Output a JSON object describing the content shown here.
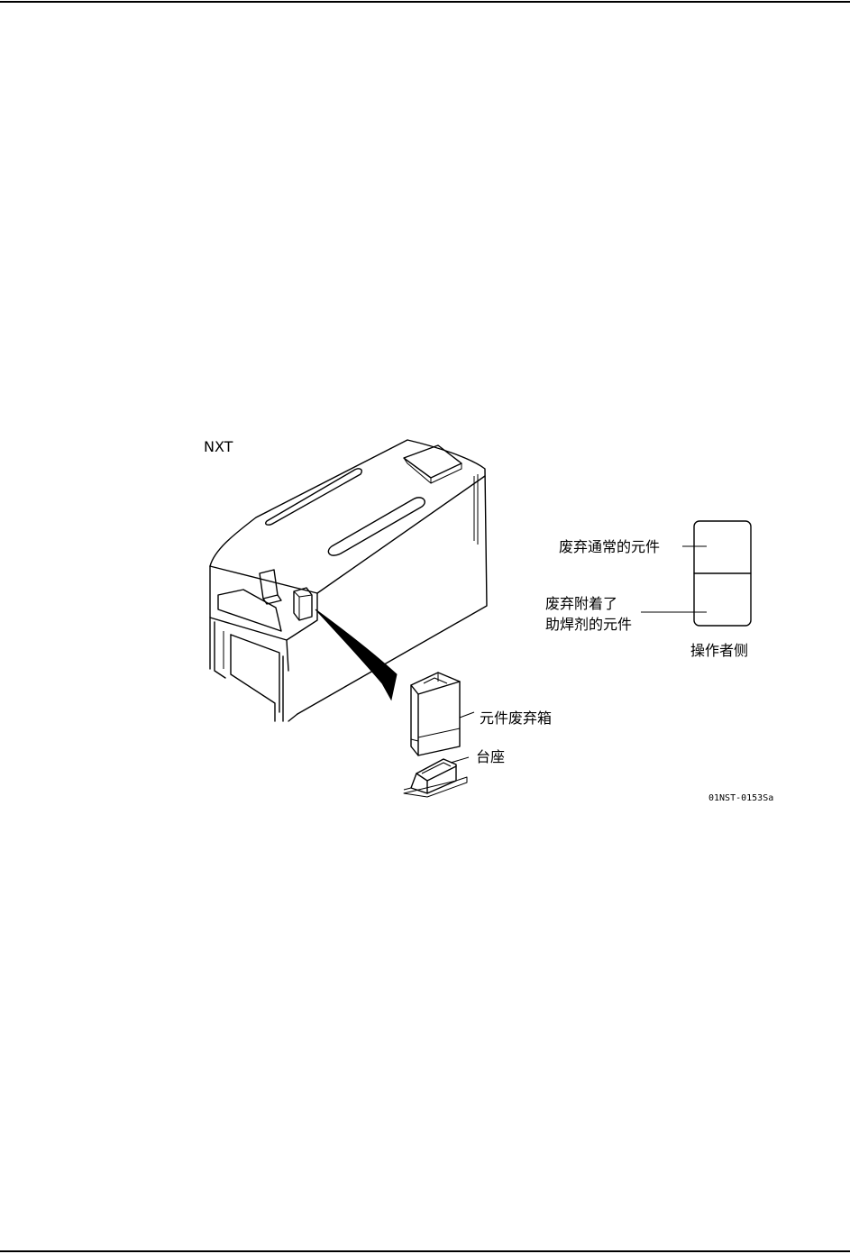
{
  "labels": {
    "machine": "NXT",
    "normal_parts": "废弃通常的元件",
    "flux_parts_line1": "废弃附着了",
    "flux_parts_line2": "助焊剂的元件",
    "operator_side": "操作者侧",
    "waste_box": "元件废弃箱",
    "base": "台座",
    "figure_code": "01NST-0153Sa"
  }
}
